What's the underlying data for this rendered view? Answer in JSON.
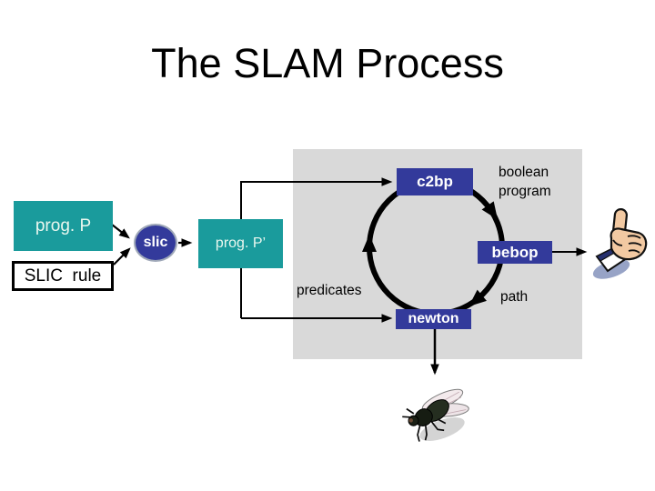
{
  "title": "The SLAM Process",
  "nodes": {
    "prog_p": "prog. P",
    "slic": "slic",
    "prog_p_prime": "prog. P’",
    "slic_rule": "SLIC  rule",
    "c2bp": "c2bp",
    "bebop": "bebop",
    "newton": "newton"
  },
  "labels": {
    "boolean_line1": "boolean",
    "boolean_line2": "program",
    "predicates": "predicates",
    "path": "path"
  },
  "icons": {
    "thumbs_up": "thumbs-up",
    "fly": "fly"
  },
  "colors": {
    "background": "#ffffff",
    "title_color": "#000000",
    "panel_gray": "#d9d9d9",
    "teal": "#1a9b9c",
    "teal_text": "#eaf7ef",
    "indigo": "#333a9b",
    "node_text": "#ffffff",
    "slic_stroke": "#9fa8b8",
    "label_color": "#000000",
    "line_black": "#000000"
  }
}
